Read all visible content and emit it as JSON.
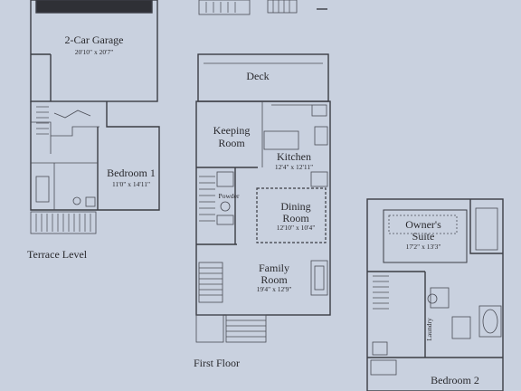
{
  "colors": {
    "paper": "#c9d1df",
    "ink": "#3b3d44",
    "text": "#2a2a2e"
  },
  "terrace_level": {
    "caption": "Terrace Level",
    "garage_name": "2-Car Garage",
    "garage_dims": "20'10\" x 20'7\"",
    "bedroom1_name": "Bedroom 1",
    "bedroom1_dims": "11'0\" x 14'11\""
  },
  "first_floor": {
    "caption": "First Floor",
    "deck": "Deck",
    "keeping_room_line1": "Keeping",
    "keeping_room_line2": "Room",
    "kitchen_name": "Kitchen",
    "kitchen_dims": "12'4\" x 12'11\"",
    "powder": "Powder",
    "dining_line1": "Dining",
    "dining_line2": "Room",
    "dining_dims": "12'10\" x 10'4\"",
    "family_line1": "Family",
    "family_line2": "Room",
    "family_dims": "19'4\" x 12'9\""
  },
  "second_floor": {
    "owners_line1": "Owner's",
    "owners_line2": "Suite",
    "owners_dims": "17'2\" x 13'3\"",
    "bedroom2_name": "Bedroom 2",
    "laundry": "Laundry"
  }
}
